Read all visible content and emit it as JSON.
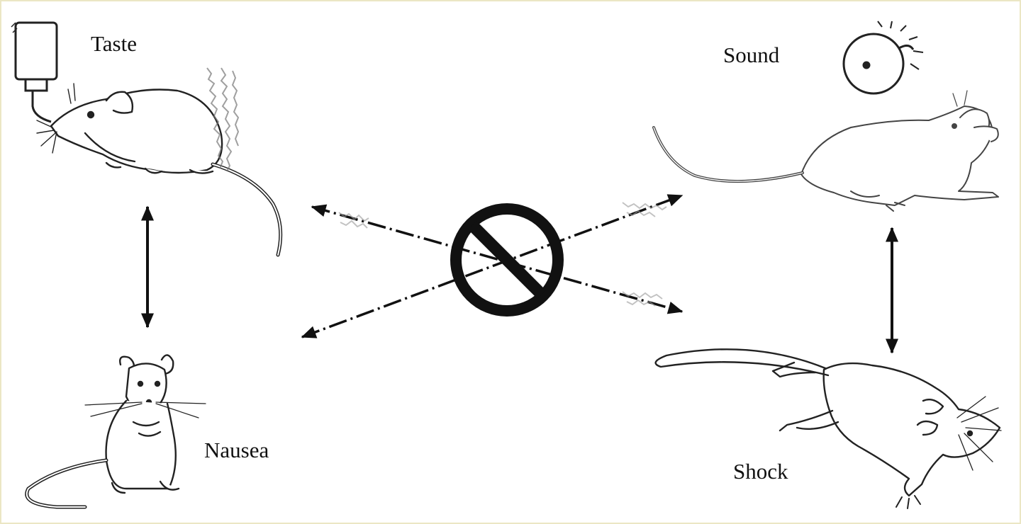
{
  "labels": {
    "taste": "Taste",
    "nausea": "Nausea",
    "sound": "Sound",
    "shock": "Shock"
  },
  "colors": {
    "ink": "#111111",
    "frame": "#ebe6c4",
    "faint": "#8a8a8a"
  },
  "icons": {
    "prohibition": "no-symbol-icon",
    "bell": "bell-icon",
    "bottle": "drinking-bottle-icon"
  }
}
